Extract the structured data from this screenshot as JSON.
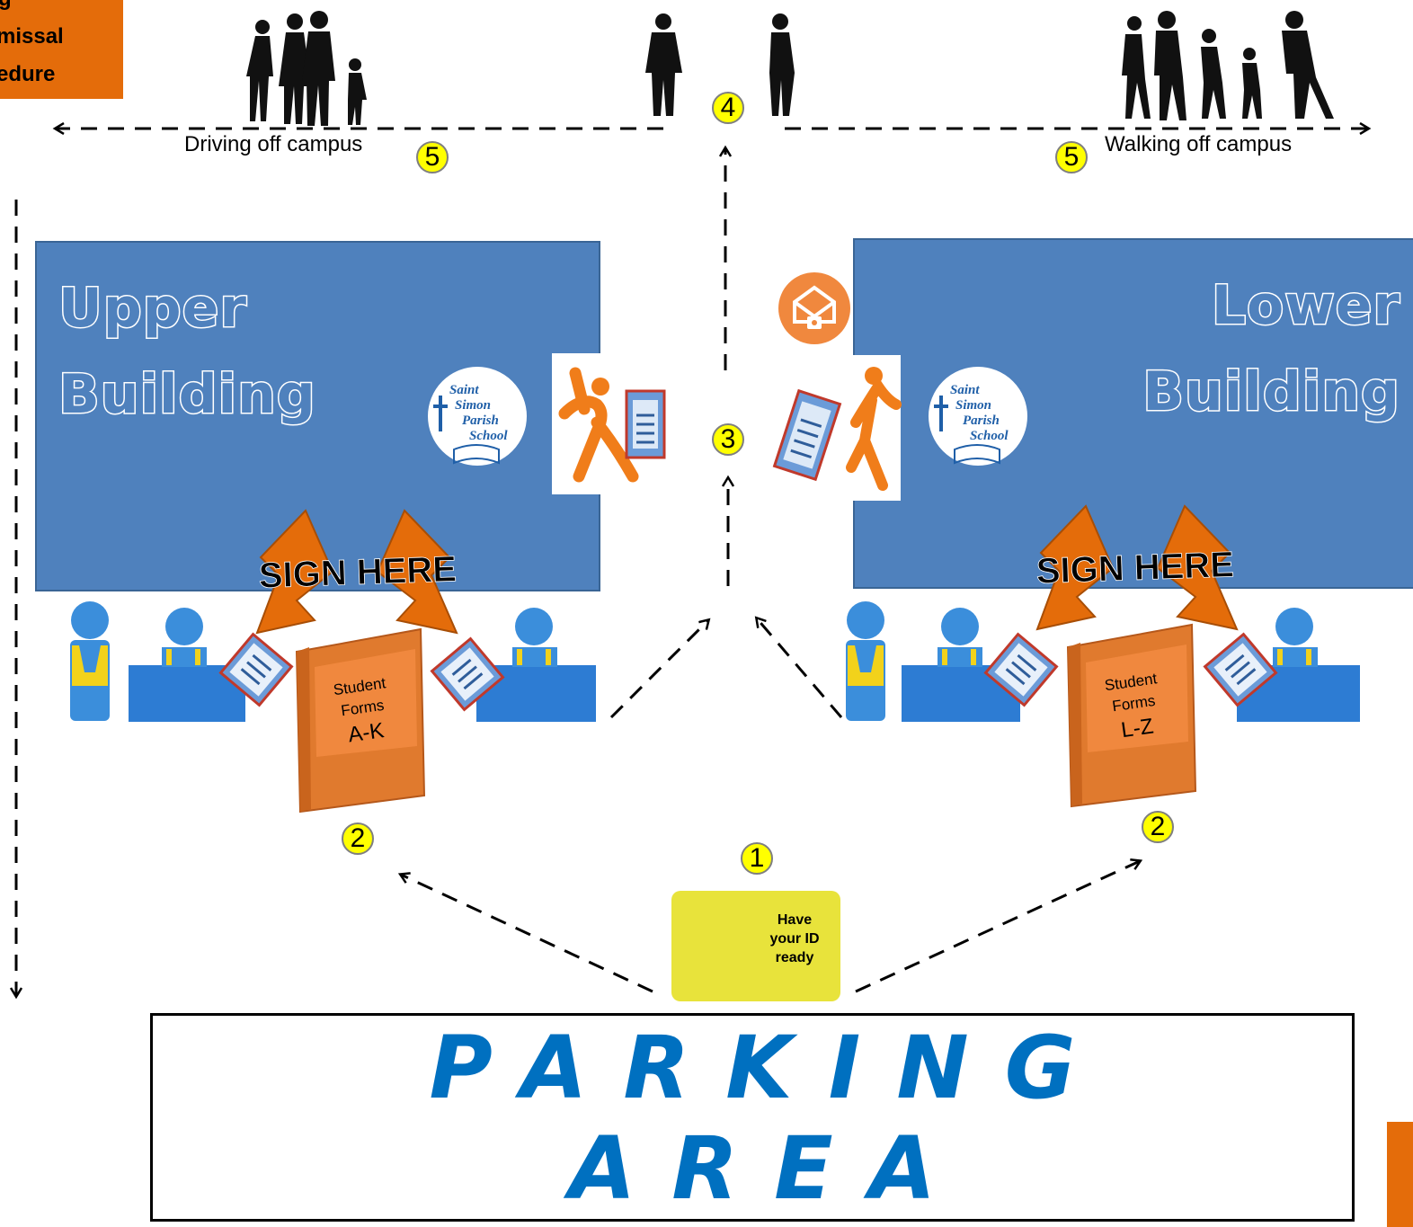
{
  "title_box": {
    "lines": [
      "g",
      "missal",
      "edure"
    ]
  },
  "upper_building": {
    "title_line1": "Upper",
    "title_line2": "Building",
    "binder_line1": "Student",
    "binder_line2": "Forms",
    "binder_range": "A-K"
  },
  "lower_building": {
    "title_line1": "Lower",
    "title_line2": "Building",
    "binder_line1": "Student",
    "binder_line2": "Forms",
    "binder_range": "L-Z"
  },
  "sign_text": "SIGN HERE",
  "logo": {
    "line1": "Saint",
    "line2": "Simon",
    "line3": "Parish",
    "line4": "School"
  },
  "routes": {
    "driving": "Driving off campus",
    "walking": "Walking off campus"
  },
  "steps": {
    "s1": "1",
    "s2": "2",
    "s3": "3",
    "s4": "4",
    "s5": "5"
  },
  "id_card": {
    "line1": "Have",
    "line2": "your ID",
    "line3": "ready"
  },
  "parking": {
    "line1": "PARKING",
    "line2": "AREA"
  },
  "colors": {
    "building_blue": "#4F81BD",
    "orange": "#E46C0A",
    "parking_blue": "#0070C0",
    "step_yellow": "#FFFF00",
    "id_yellow": "#E8E33B"
  }
}
